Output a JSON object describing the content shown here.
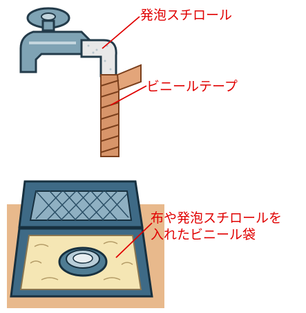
{
  "faucet_illustration": {
    "foam_label": "発泡スチロール",
    "tape_label": "ビニールテープ"
  },
  "meter_box_illustration": {
    "bag_label_line1": "布や発泡スチロールを",
    "bag_label_line2": "入れたビニール袋"
  },
  "colors": {
    "label_text": "#e00000",
    "leader_line": "#e00000",
    "faucet_metal": "#7fa3b4",
    "pipe_foam": "#e8e8e8",
    "tape": "#d8956a",
    "box_blue": "#3e6a86",
    "ground": "#e8b98c",
    "padding": "#f5e6b4"
  }
}
